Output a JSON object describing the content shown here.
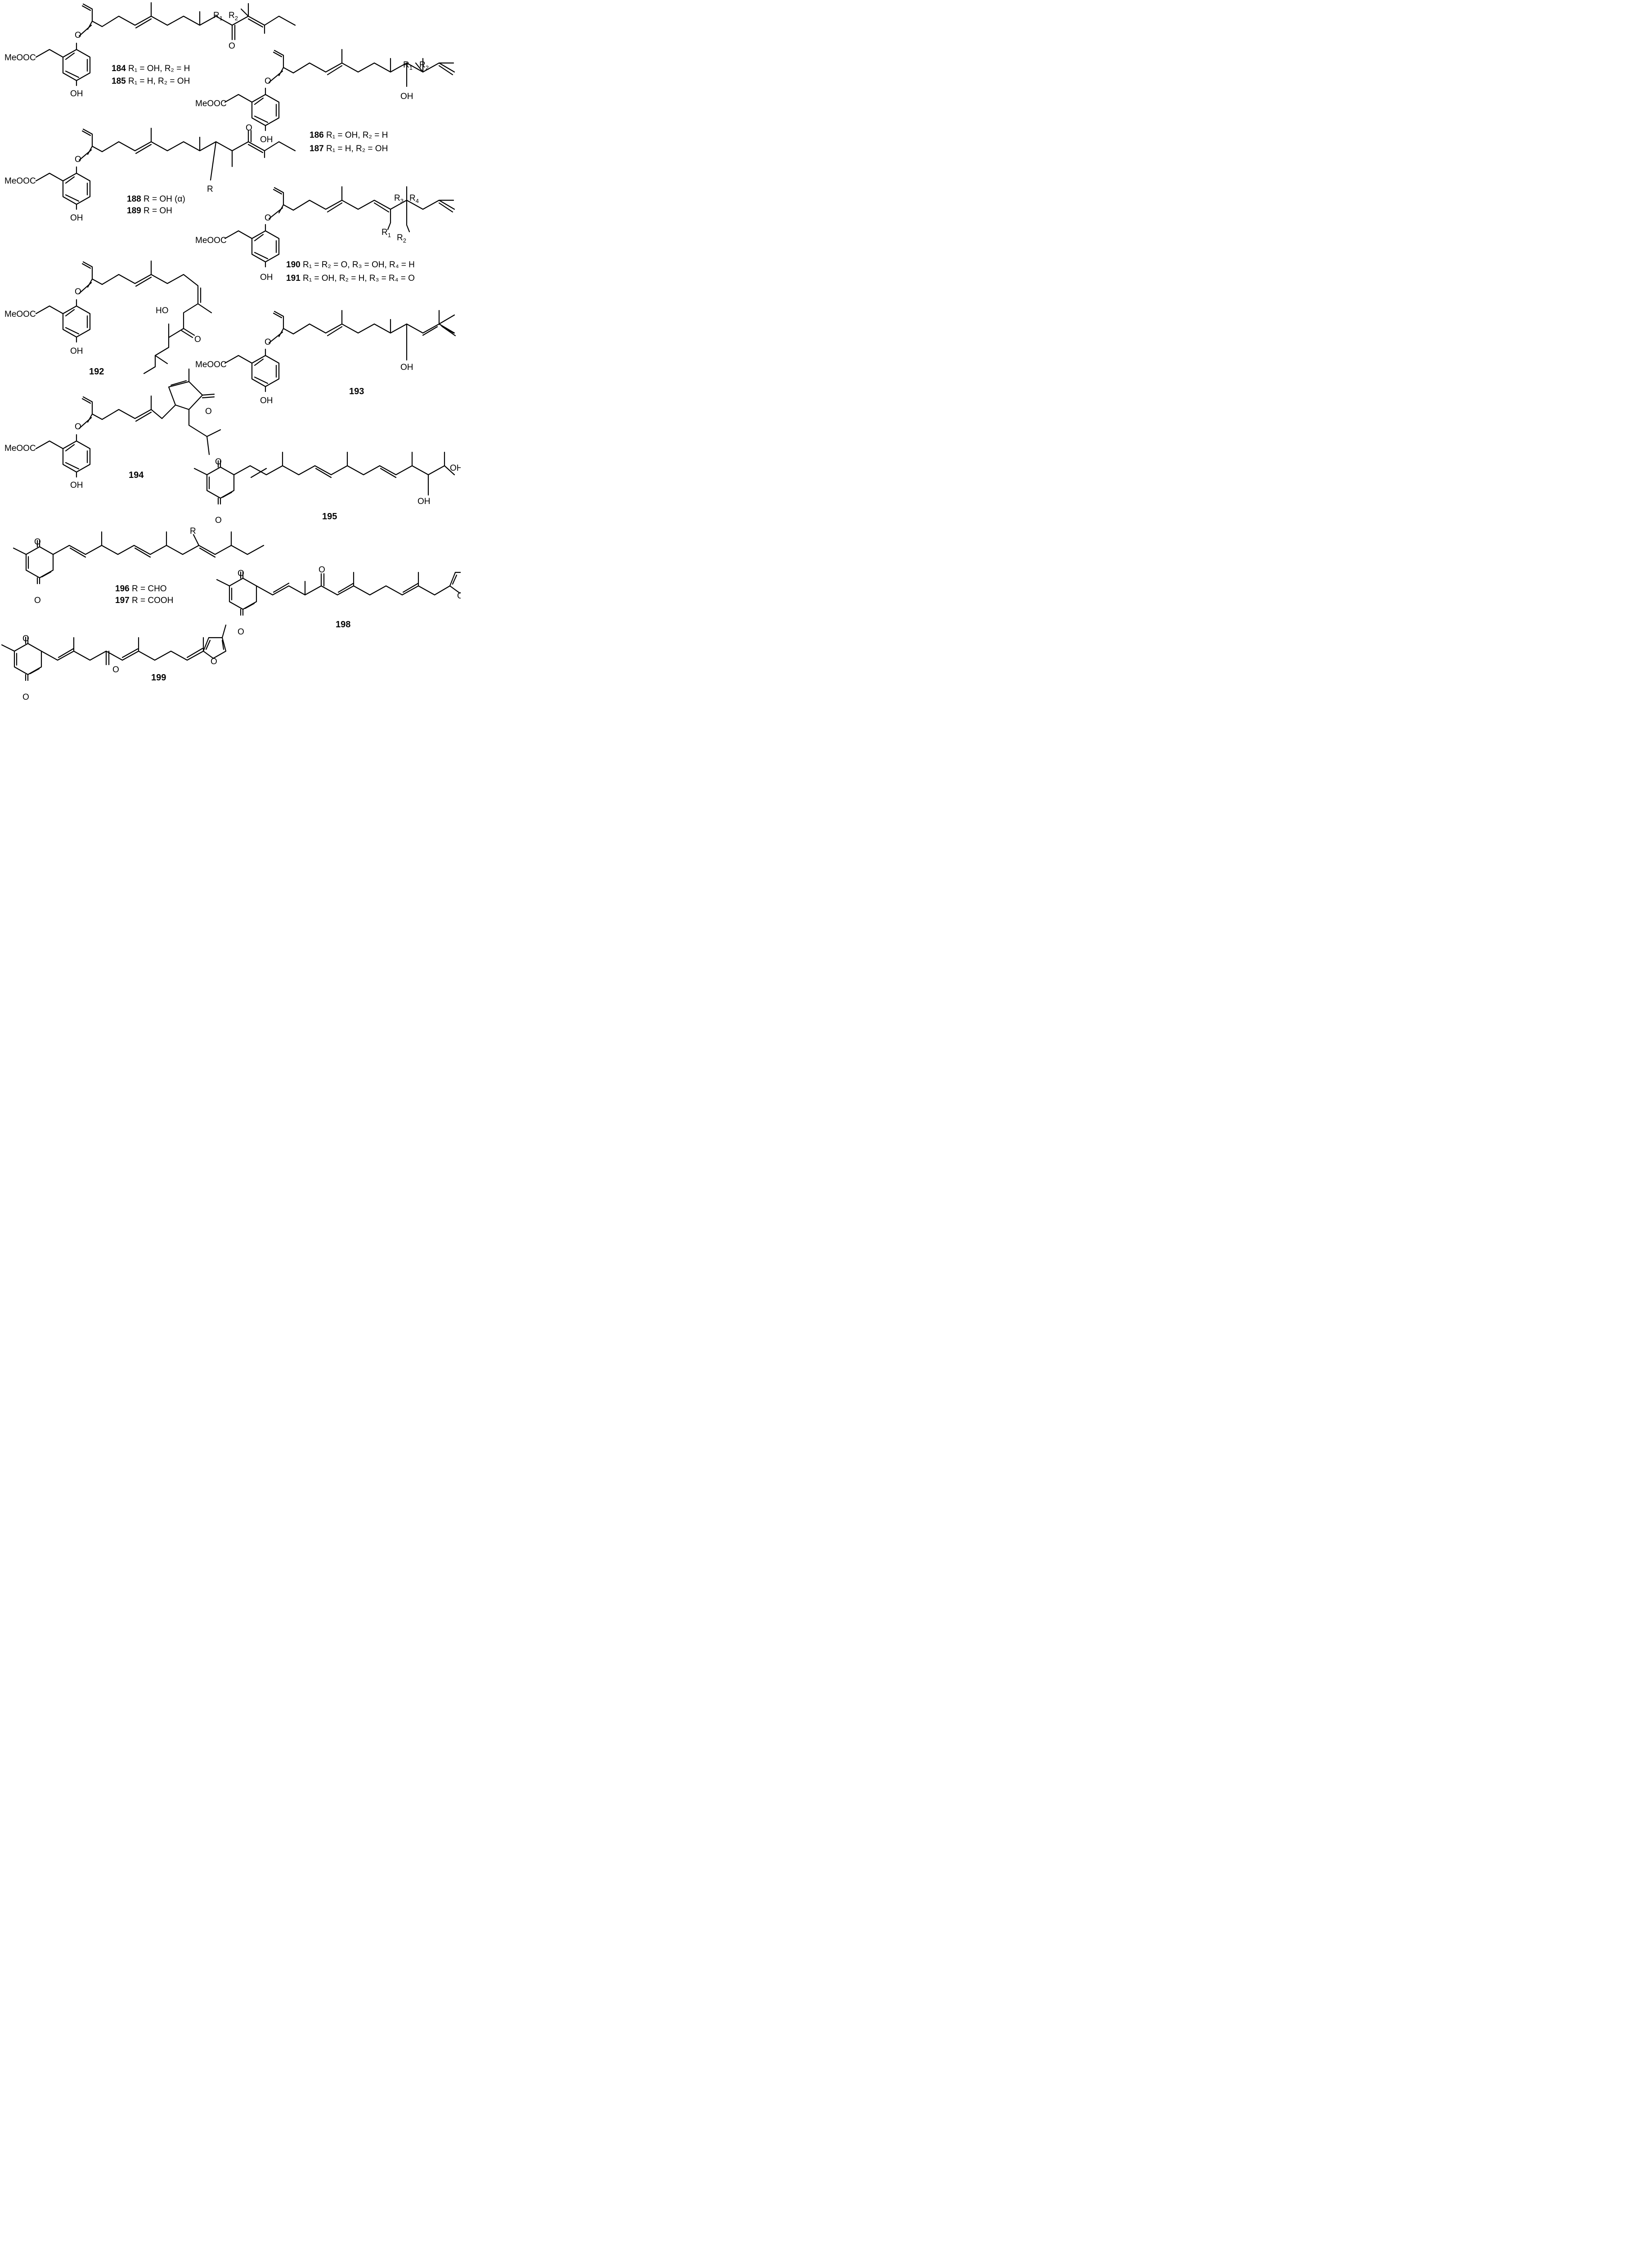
{
  "labels": {
    "atom_O": "O",
    "OH": "OH",
    "HO": "HO",
    "MeOOC": "MeOOC",
    "R": "R",
    "R1": "R",
    "sub1": "1",
    "R2": "R",
    "sub2": "2",
    "R3": "R",
    "sub3": "3",
    "R4": "R",
    "sub4": "4"
  },
  "compounds": [
    {
      "num": "184",
      "text": " R₁ = OH, R₂ = H"
    },
    {
      "num": "185",
      "text": " R₁ = H, R₂ = OH"
    },
    {
      "num": "186",
      "text": " R₁ = OH, R₂ = H"
    },
    {
      "num": "187",
      "text": " R₁ = H, R₂ = OH"
    },
    {
      "num": "188",
      "text": " R = OH (α)"
    },
    {
      "num": "189",
      "text": " R = OH"
    },
    {
      "num": "190",
      "text": " R₁ = R₂ = O, R₃ = OH, R₄ = H"
    },
    {
      "num": "191",
      "text": " R₁ = OH, R₂ = H, R₃ = R₄ = O"
    },
    {
      "num": "192",
      "text": ""
    },
    {
      "num": "193",
      "text": ""
    },
    {
      "num": "194",
      "text": ""
    },
    {
      "num": "195",
      "text": ""
    },
    {
      "num": "196",
      "text": " R = CHO"
    },
    {
      "num": "197",
      "text": " R = COOH"
    },
    {
      "num": "198",
      "text": ""
    },
    {
      "num": "199",
      "text": ""
    }
  ]
}
